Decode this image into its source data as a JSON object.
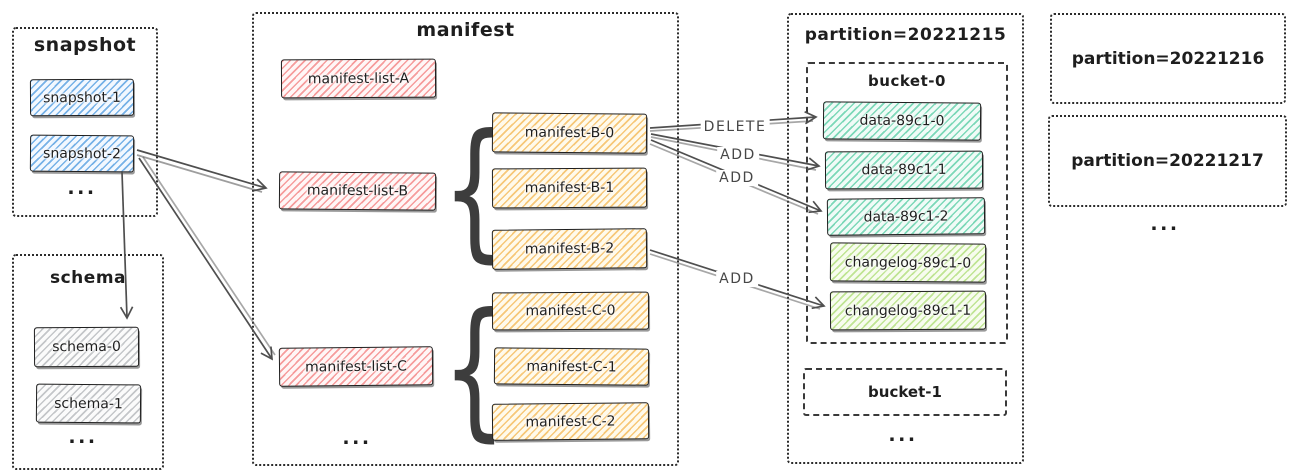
{
  "colors": {
    "ink": "#1e1e1e",
    "arrow": "#4f4f4f",
    "snapshot_blue": "#74b8ec",
    "manifest_list_red": "#f08080",
    "manifest_yellow": "#f0ad4d",
    "data_teal": "#3ec696",
    "changelog_green": "#9ad556",
    "schema_gray": "#9aa0a6"
  },
  "snapshot_group": {
    "title": "snapshot",
    "item1": "snapshot-1",
    "item2": "snapshot-2",
    "more": "..."
  },
  "schema_group": {
    "title": "schema",
    "item1": "schema-0",
    "item2": "schema-1",
    "more": "..."
  },
  "manifest_group": {
    "title": "manifest",
    "list_a": "manifest-list-A",
    "list_b": "manifest-list-B",
    "list_c": "manifest-list-C",
    "b0": "manifest-B-0",
    "b1": "manifest-B-1",
    "b2": "manifest-B-2",
    "c0": "manifest-C-0",
    "c1": "manifest-C-1",
    "c2": "manifest-C-2",
    "more": "..."
  },
  "partition_20221215": {
    "title": "partition=20221215",
    "bucket0_title": "bucket-0",
    "data0": "data-89c1-0",
    "data1": "data-89c1-1",
    "data2": "data-89c1-2",
    "changelog0": "changelog-89c1-0",
    "changelog1": "changelog-89c1-1",
    "bucket1_title": "bucket-1",
    "more": "..."
  },
  "partition_20221216_title": "partition=20221216",
  "partition_20221217_title": "partition=20221217",
  "partitions_more": "...",
  "edges": {
    "b0_to_data0": "DELETE",
    "b0_to_data1": "ADD",
    "b0_to_data2": "ADD",
    "b2_to_changelog1": "ADD"
  }
}
